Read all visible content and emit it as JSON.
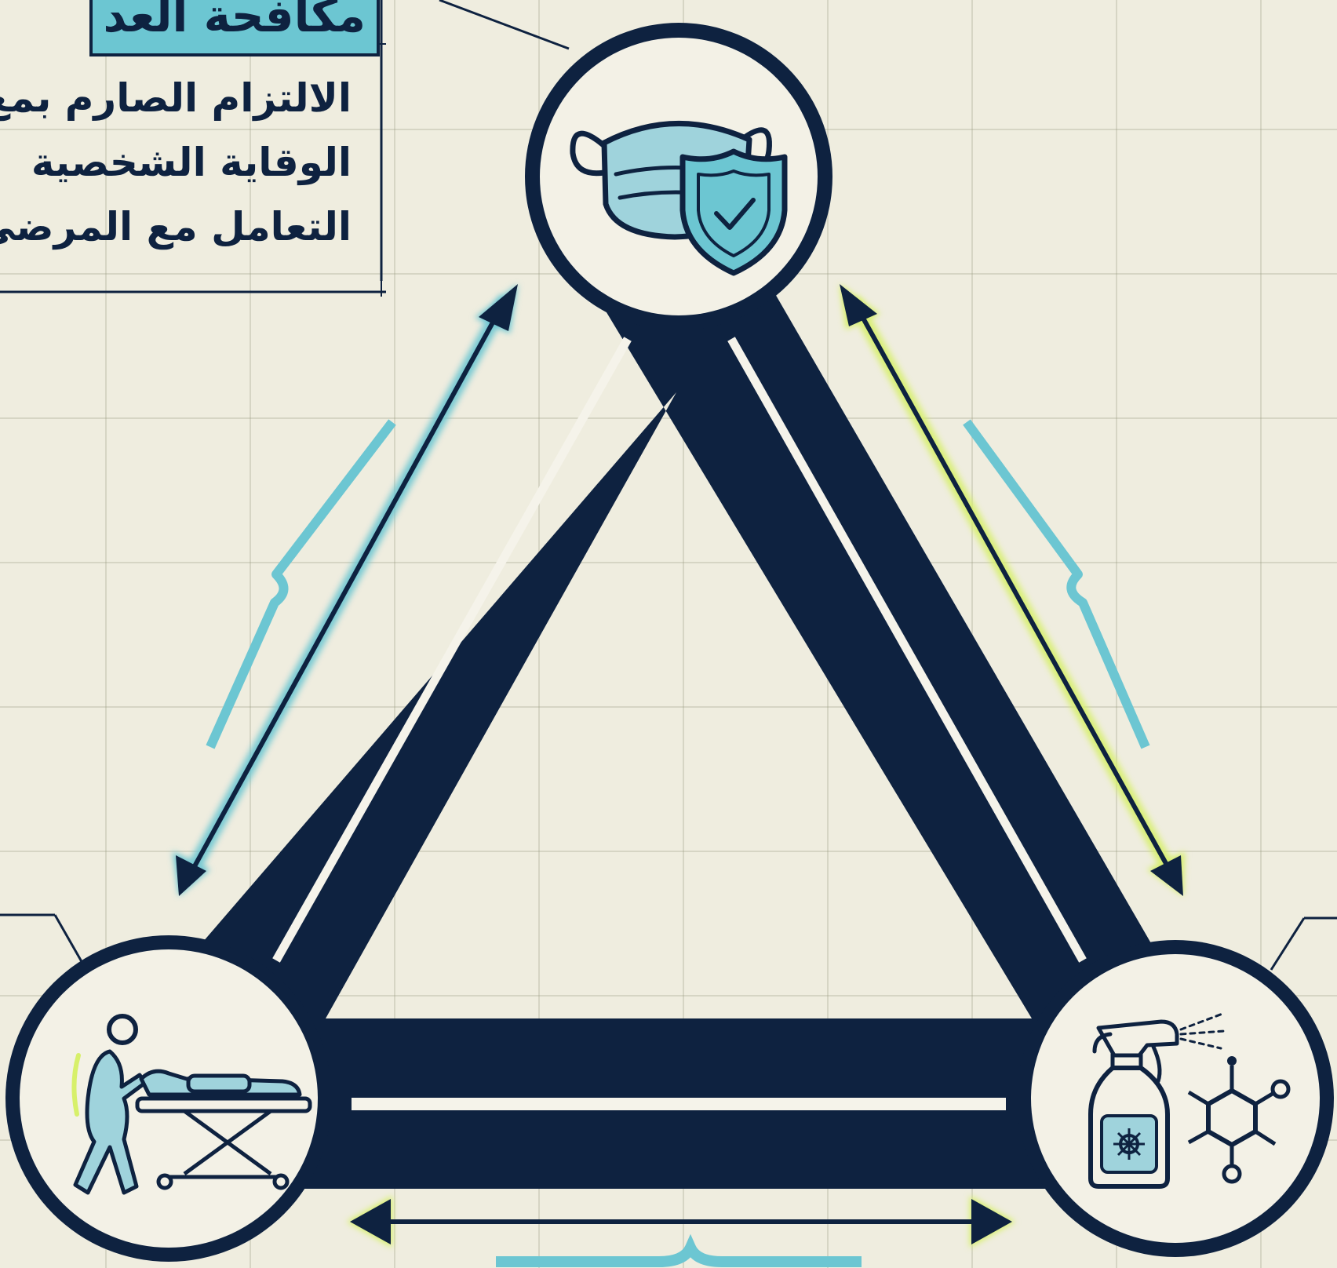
{
  "callout": {
    "title": "مكافحة العد",
    "lines": [
      "الالتزام الصارم بمع",
      "الوقاية الشخصية",
      "التعامل مع المرضى"
    ]
  },
  "nodes": {
    "top": {
      "icon": "mask-shield-icon"
    },
    "bottom_left": {
      "icon": "patient-stretcher-icon"
    },
    "bottom_right": {
      "icon": "disinfectant-spray-icon"
    }
  },
  "colors": {
    "background": "#efeddf",
    "navy": "#0e2240",
    "teal": "#6cc6d2",
    "lime": "#d7f06a"
  }
}
